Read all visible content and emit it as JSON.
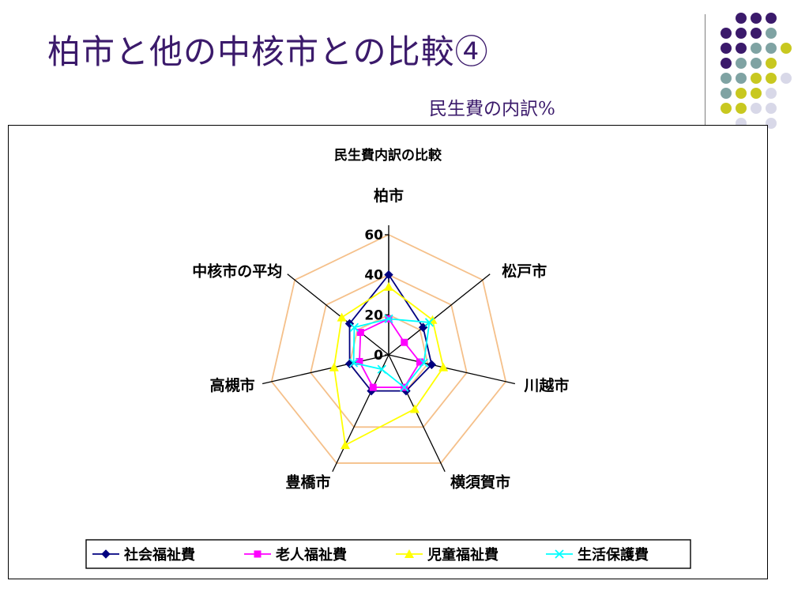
{
  "slide": {
    "title": "柏市と他の中核市との比較④",
    "subtitle": "民生費の内訳%"
  },
  "decoration": {
    "dot_colors": {
      "purple": "#3b1a6b",
      "teal": "#7fa3a3",
      "olive": "#c8c820",
      "lavender": "#d8d8e8"
    }
  },
  "chart_data": {
    "type": "radar",
    "title": "民生費内訳の比較",
    "categories": [
      "柏市",
      "松戸市",
      "川越市",
      "横須賀市",
      "豊橋市",
      "高槻市",
      "中核市の平均"
    ],
    "rlim": [
      0,
      60
    ],
    "ticks": [
      0,
      20,
      40,
      60
    ],
    "grid": true,
    "gridline_color": "#f5c08a",
    "legend_position": "bottom",
    "series": [
      {
        "name": "社会福祉費",
        "color": "#000080",
        "marker": "diamond",
        "values": [
          40,
          22,
          22,
          20,
          20,
          20,
          25
        ]
      },
      {
        "name": "老人福祉費",
        "color": "#ff00ff",
        "marker": "square",
        "values": [
          18,
          10,
          16,
          18,
          18,
          15,
          18
        ]
      },
      {
        "name": "児童福祉費",
        "color": "#ffff00",
        "marker": "triangle",
        "values": [
          34,
          28,
          28,
          30,
          50,
          28,
          30
        ]
      },
      {
        "name": "生活保護費",
        "color": "#00ffff",
        "marker": "x",
        "values": [
          18,
          26,
          18,
          18,
          8,
          18,
          22
        ]
      }
    ]
  }
}
